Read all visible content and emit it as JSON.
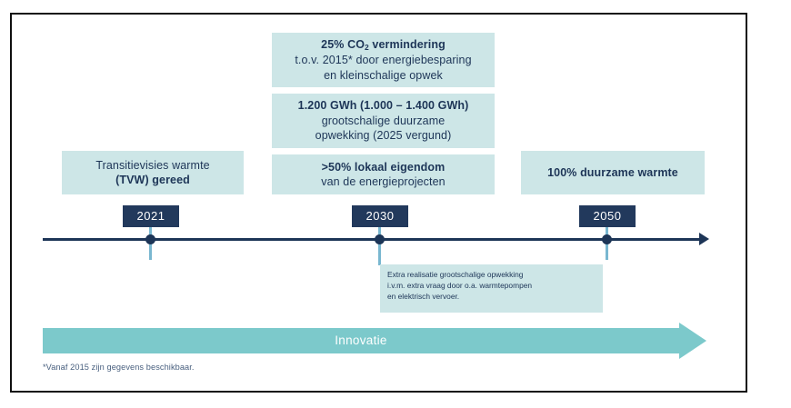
{
  "colors": {
    "box_background": "#cde6e7",
    "text_navy": "#1d3557",
    "year_chip_background": "#22395c",
    "year_chip_text": "#ffffff",
    "axis": "#1d3557",
    "tick_stem": "#79b7d0",
    "innovation_arrow": "#7cc9cb",
    "frame_border": "#101010",
    "page_background": "#ffffff"
  },
  "milestone_boxes": {
    "tvw": {
      "lines": [
        {
          "text": "Transitievisies warmte",
          "bold": false
        },
        {
          "text": "(TVW) gereed",
          "bold": true
        }
      ]
    },
    "co2": {
      "lines": [
        {
          "text": "25% CO2 vermindering",
          "bold": true
        },
        {
          "text": "t.o.v. 2015* door energiebesparing",
          "bold": false
        },
        {
          "text": "en kleinschalige opwek",
          "bold": false
        }
      ]
    },
    "gwh": {
      "lines": [
        {
          "text": "1.200 GWh (1.000 – 1.400 GWh)",
          "bold": true
        },
        {
          "text": "grootschalige duurzame",
          "bold": false
        },
        {
          "text": "opwekking (2025 vergund)",
          "bold": false
        }
      ]
    },
    "eigendom": {
      "lines": [
        {
          "text": ">50% lokaal eigendom",
          "bold": true
        },
        {
          "text": "van de energieprojecten",
          "bold": false
        }
      ]
    },
    "warmte": {
      "lines": [
        {
          "text": "100% duurzame warmte",
          "bold": true
        }
      ]
    }
  },
  "note_box": {
    "lines": [
      "Extra realisatie grootschalige opwekking",
      "i.v.m. extra vraag door o.a. warmtepompen",
      "en elektrisch vervoer."
    ]
  },
  "timeline": {
    "years": [
      {
        "label": "2021"
      },
      {
        "label": "2030"
      },
      {
        "label": "2050"
      }
    ]
  },
  "innovation": {
    "label": "Innovatie"
  },
  "footnote": {
    "text": "*Vanaf 2015 zijn gegevens beschikbaar."
  }
}
